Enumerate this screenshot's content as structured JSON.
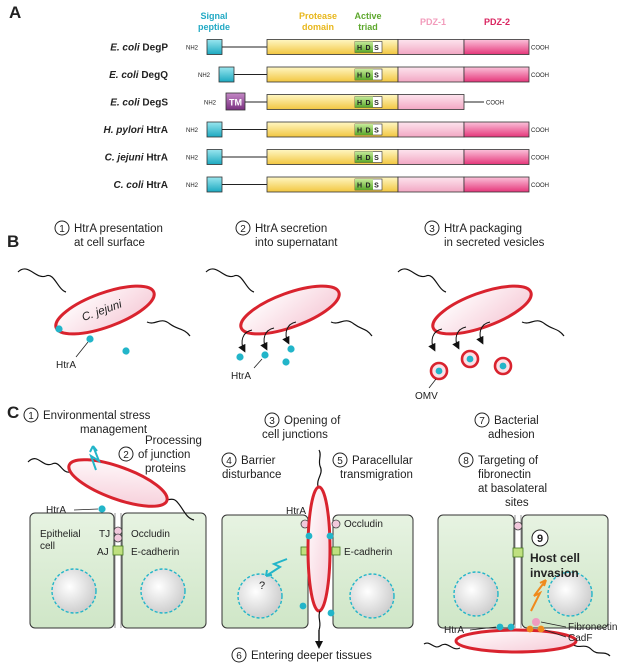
{
  "panel_a": {
    "label": "A",
    "headers": {
      "signal_1": "Signal",
      "signal_2": "peptide",
      "protease_1": "Protease",
      "protease_2": "domain",
      "active_1": "Active",
      "active_2": "triad",
      "pdz1": "PDZ-1",
      "pdz2": "PDZ-2"
    },
    "rows": [
      {
        "species": "E. coli",
        "protein": "DegP",
        "nterm": "NH2",
        "cterm": "COOH"
      },
      {
        "species": "E. coli",
        "protein": "DegQ",
        "nterm": "NH2",
        "cterm": "COOH"
      },
      {
        "species": "E. coli",
        "protein": "DegS",
        "nterm": "NH2",
        "tm": "TM",
        "cterm": "COOH"
      },
      {
        "species": "H. pylori",
        "protein": "HtrA",
        "nterm": "NH2",
        "cterm": "COOH"
      },
      {
        "species": "C. jejuni",
        "protein": "HtrA",
        "nterm": "NH2",
        "cterm": "COOH"
      },
      {
        "species": "C. coli",
        "protein": "HtrA",
        "nterm": "NH2",
        "cterm": "COOH"
      }
    ],
    "triad": [
      "H",
      "D",
      "S"
    ]
  },
  "panel_b": {
    "label": "B",
    "steps": [
      {
        "num": "1",
        "line1": "HtrA presentation",
        "line2": "at cell surface"
      },
      {
        "num": "2",
        "line1": "HtrA secretion",
        "line2": "into supernatant"
      },
      {
        "num": "3",
        "line1": "HtrA packaging",
        "line2": "in secreted vesicles"
      }
    ],
    "bacterium": "C. jejuni",
    "htra_1": "HtrA",
    "htra_2": "HtrA",
    "omv": "OMV"
  },
  "panel_c": {
    "label": "C",
    "step1": {
      "num": "1",
      "line1": "Environmental stress",
      "line2": "management"
    },
    "step2": {
      "num": "2",
      "line1": "Processing",
      "line2": "of junction",
      "line3": "proteins"
    },
    "step3": {
      "num": "3",
      "line1": "Opening of",
      "line2": "cell junctions"
    },
    "step4": {
      "num": "4",
      "line1": "Barrier",
      "line2": "disturbance"
    },
    "step5": {
      "num": "5",
      "line1": "Paracellular",
      "line2": "transmigration"
    },
    "step6": {
      "num": "6",
      "line1": "Entering deeper tissues"
    },
    "step7": {
      "num": "7",
      "line1": "Bacterial",
      "line2": "adhesion"
    },
    "step8": {
      "num": "8",
      "line1": "Targeting of",
      "line2": "fibronectin",
      "line3": "at basolateral",
      "line4": "sites"
    },
    "step9": {
      "num": "9",
      "line1": "Host cell",
      "line2": "invasion"
    },
    "epi_1": "Epithelial",
    "epi_2": "cell",
    "tj": "TJ",
    "aj": "AJ",
    "occludin_1": "Occludin",
    "ecad_1": "E-cadherin",
    "htra_c1": "HtrA",
    "htra_c2": "HtrA",
    "occludin_2": "Occludin",
    "ecad_2": "E-cadherin",
    "question": "?",
    "htra_c3": "HtrA",
    "fibronectin": "Fibronectin",
    "cadf": "CadF"
  },
  "colors": {
    "signal": "#1fb6c9",
    "protease": "#f8de74",
    "triad": "#7ec23e",
    "pdz1": "#f4b3cb",
    "pdz2": "#e83b7b",
    "tm": "#8a3f8d",
    "bacterium_outline": "#d9232e",
    "htra_dot": "#22b5c9",
    "cell_fill": "#d9ecd3"
  }
}
